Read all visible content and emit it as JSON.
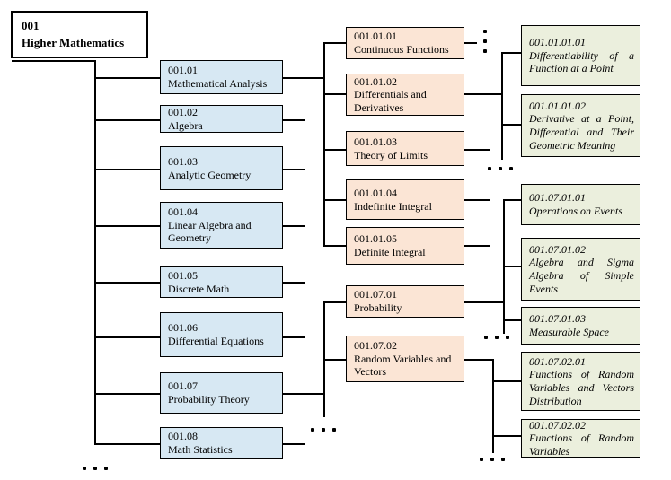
{
  "diagram": {
    "colors": {
      "root_fill": "#FFFFFF",
      "level2_fill": "#D7E8F3",
      "level3_fill": "#FBE5D5",
      "level4_fill": "#EBEFDD",
      "line": "#000000"
    },
    "root": {
      "code": "001",
      "name": "Higher Mathematics"
    },
    "level2": [
      {
        "code": "001.01",
        "name": "Mathematical Analysis"
      },
      {
        "code": "001.02",
        "name": "Algebra"
      },
      {
        "code": "001.03",
        "name": "Analytic Geometry"
      },
      {
        "code": "001.04",
        "name": "Linear Algebra and Geometry"
      },
      {
        "code": "001.05",
        "name": "Discrete Math"
      },
      {
        "code": "001.06",
        "name": "Differential Equations"
      },
      {
        "code": "001.07",
        "name": "Probability Theory"
      },
      {
        "code": "001.08",
        "name": "Math Statistics"
      }
    ],
    "level3": [
      {
        "code": "001.01.01",
        "name": "Continuous Functions"
      },
      {
        "code": "001.01.02",
        "name": "Differentials and Derivatives"
      },
      {
        "code": "001.01.03",
        "name": "Theory of Limits"
      },
      {
        "code": "001.01.04",
        "name": "Indefinite Integral"
      },
      {
        "code": "001.01.05",
        "name": "Definite Integral"
      },
      {
        "code": "001.07.01",
        "name": "Probability"
      },
      {
        "code": "001.07.02",
        "name": "Random Variables and Vectors"
      }
    ],
    "level4": [
      {
        "code": "001.01.01.01",
        "name": "Differentiability of a Function at a Point"
      },
      {
        "code": "001.01.01.02",
        "name": "Derivative at a Point, Differential and Their Geometric Meaning"
      },
      {
        "code": "001.07.01.01",
        "name": "Operations on Events"
      },
      {
        "code": "001.07.01.02",
        "name": "Algebra and Sigma Algebra of Simple Events"
      },
      {
        "code": "001.07.01.03",
        "name": "Measurable Space"
      },
      {
        "code": "001.07.02.01",
        "name": "Functions of Random Variables and Vectors Distribution"
      },
      {
        "code": "001.07.02.02",
        "name": "Functions of Random Variables"
      }
    ]
  }
}
